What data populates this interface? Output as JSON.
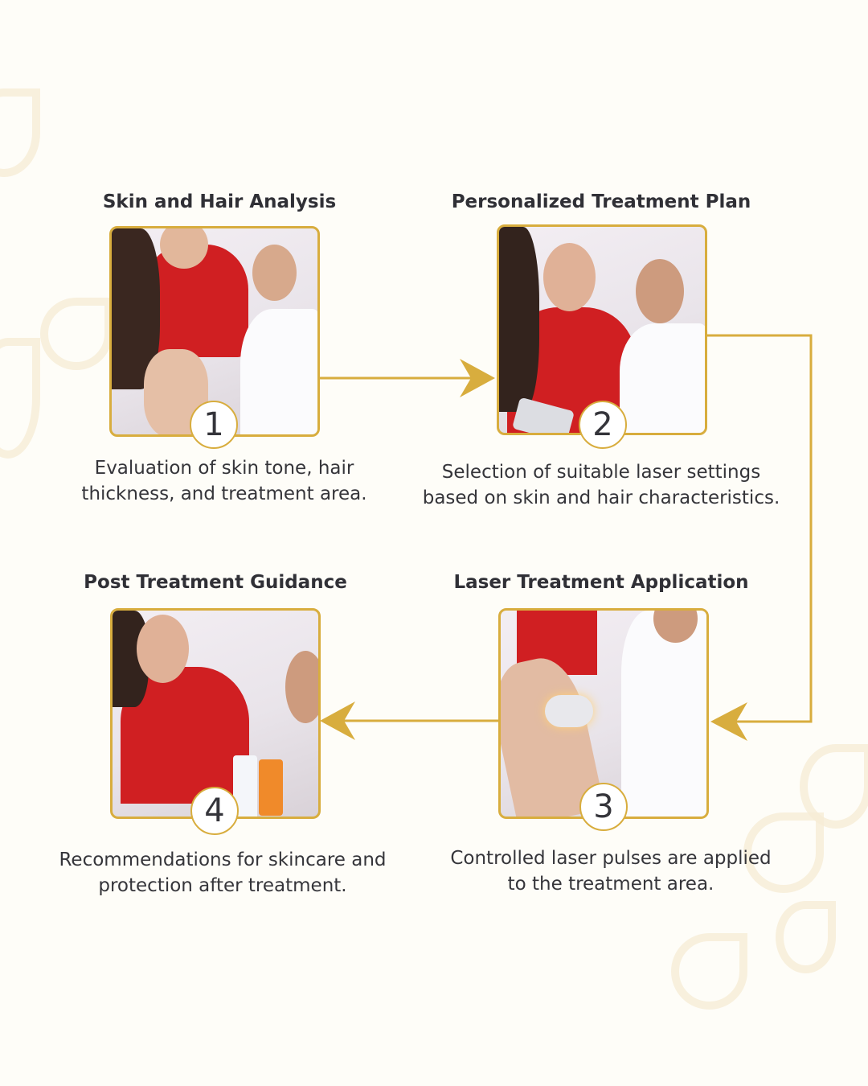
{
  "accent_color": "#d8ad3e",
  "steps": [
    {
      "number": "1",
      "title": "Skin and Hair Analysis",
      "description_line1": "Evaluation of skin tone, hair",
      "description_line2": "thickness, and treatment area."
    },
    {
      "number": "2",
      "title": "Personalized Treatment Plan",
      "description_line1": "Selection of suitable laser settings",
      "description_line2": "based on skin and hair characteristics."
    },
    {
      "number": "3",
      "title": "Laser Treatment Application",
      "description_line1": "Controlled laser pulses are applied",
      "description_line2": "to the treatment area."
    },
    {
      "number": "4",
      "title": "Post Treatment Guidance",
      "description_line1": "Recommendations for skincare and",
      "description_line2": "protection after treatment."
    }
  ]
}
